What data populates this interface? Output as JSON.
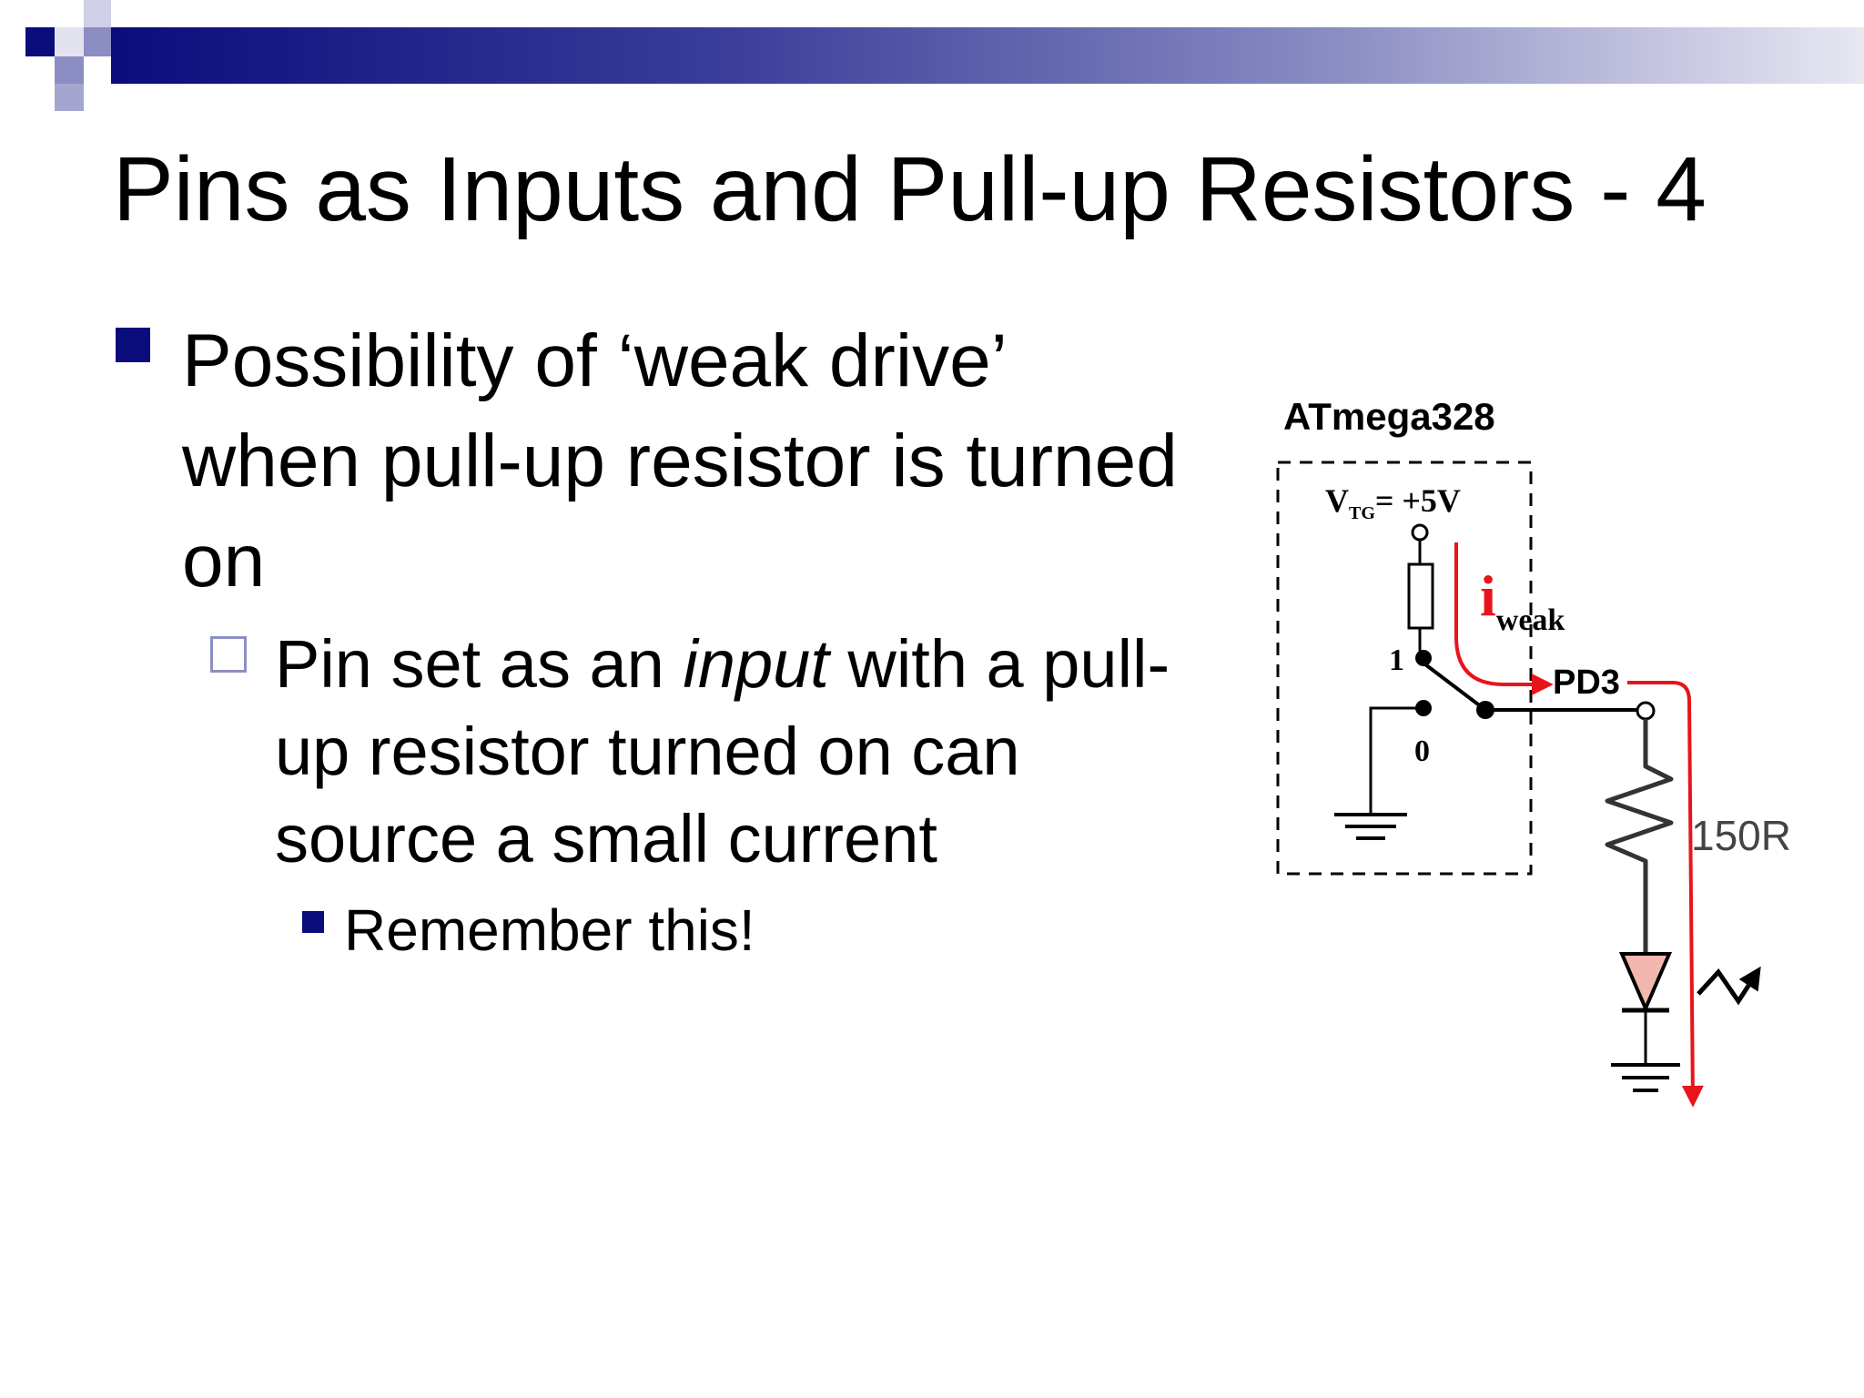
{
  "slide": {
    "title": "Pins as Inputs and Pull-up Resistors - 4",
    "bullet_main": "Possibility of ‘weak drive’ when pull-up resistor is turned on",
    "sub_bullet": {
      "before": "Pin set as an ",
      "italic": "input",
      "after": " with a pull-up resistor turned on can source a small current"
    },
    "sub_sub_bullet": "Remember this!"
  },
  "diagram": {
    "chip_label": "ATmega328",
    "vtg_v": "V",
    "vtg_sub": "TG",
    "vtg_value": "= +5V",
    "current_i": "i",
    "current_sub": "weak",
    "switch_pos1": "1",
    "switch_pos0": "0",
    "pin_label": "PD3",
    "resistor_label": "150R"
  },
  "colors": {
    "title_bar_start": "#0b0c7c",
    "bullet": "#0b0c7c",
    "sub_bullet_outline": "#8c8ec4",
    "current_arrow": "#e8141c",
    "led_fill": "#f2b8ae"
  }
}
